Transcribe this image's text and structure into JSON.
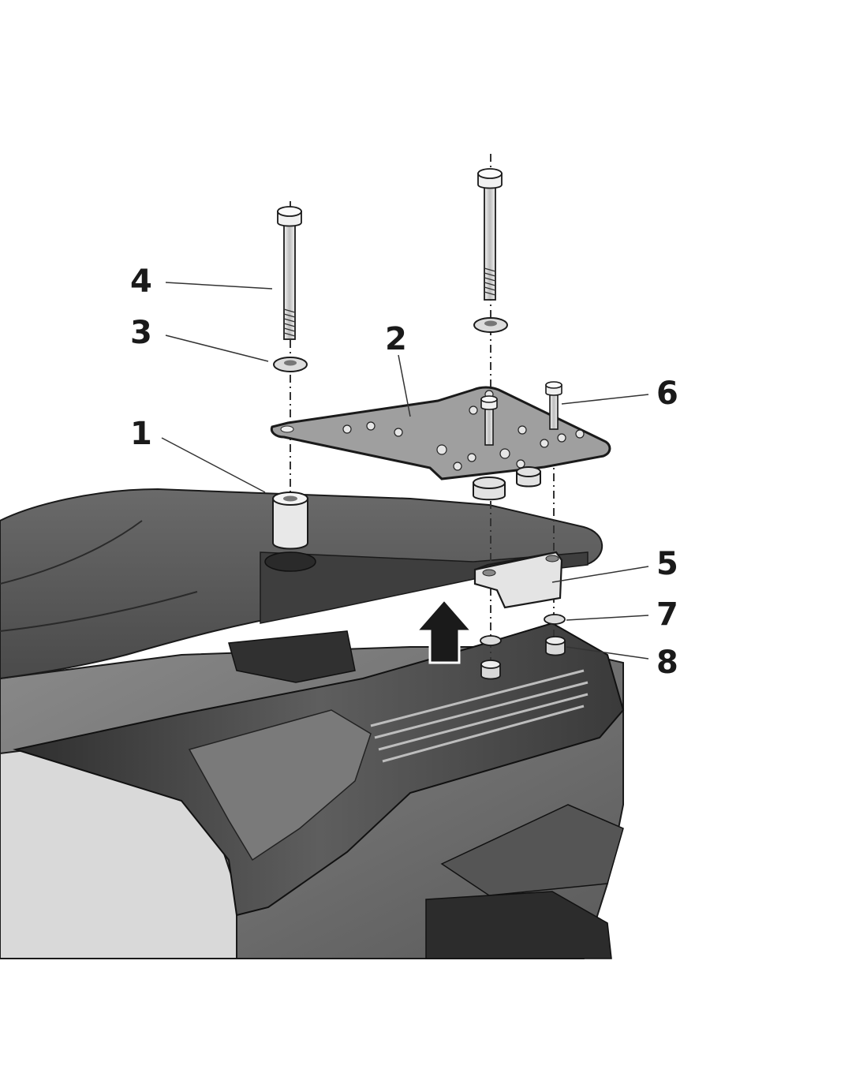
{
  "diagram": {
    "callouts": [
      {
        "id": "1",
        "label": "1"
      },
      {
        "id": "2",
        "label": "2"
      },
      {
        "id": "3",
        "label": "3"
      },
      {
        "id": "4",
        "label": "4"
      },
      {
        "id": "5",
        "label": "5"
      },
      {
        "id": "6",
        "label": "6"
      },
      {
        "id": "7",
        "label": "7"
      },
      {
        "id": "8",
        "label": "8"
      }
    ],
    "colors": {
      "body_dark": "#4a4a4a",
      "body_mid": "#6e6e6e",
      "body_light": "#8c8c8c",
      "seat": "#5c5c5c",
      "plate_fill": "#9a9a9a",
      "part_light": "#e6e6e6",
      "line": "#1a1a1a",
      "tail_light": "#3a3a3a"
    },
    "icons": [
      "up-arrow-icon"
    ]
  }
}
